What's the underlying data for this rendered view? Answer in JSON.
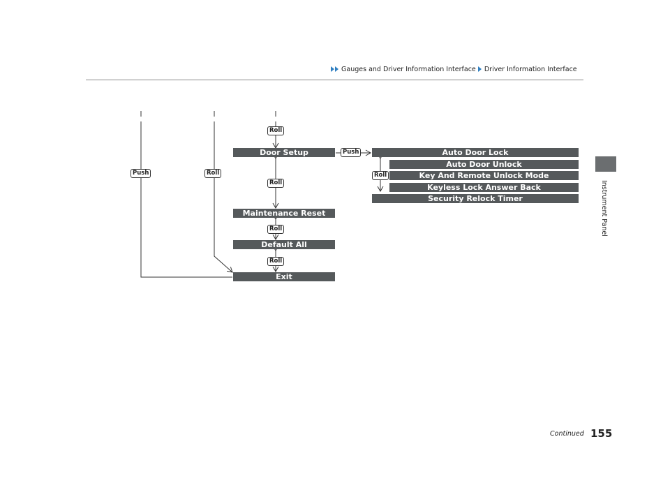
{
  "header": {
    "breadcrumb_1": "Gauges and Driver Information Interface",
    "breadcrumb_2": "Driver Information Interface"
  },
  "side_tab": {
    "label": "Instrument Panel"
  },
  "diagram": {
    "menu": {
      "door_setup": "Door Setup",
      "maintenance_reset": "Maintenance Reset",
      "default_all": "Default All",
      "exit": "Exit"
    },
    "submenu": {
      "auto_door_lock": "Auto Door Lock",
      "auto_door_unlock": "Auto Door Unlock",
      "key_remote_unlock_mode": "Key And Remote Unlock Mode",
      "keyless_lock_answer_back": "Keyless Lock Answer Back",
      "security_relock_timer": "Security Relock Timer"
    },
    "controls": {
      "roll": "Roll",
      "push": "Push"
    }
  },
  "footer": {
    "continued": "Continued",
    "page_number": "155"
  }
}
